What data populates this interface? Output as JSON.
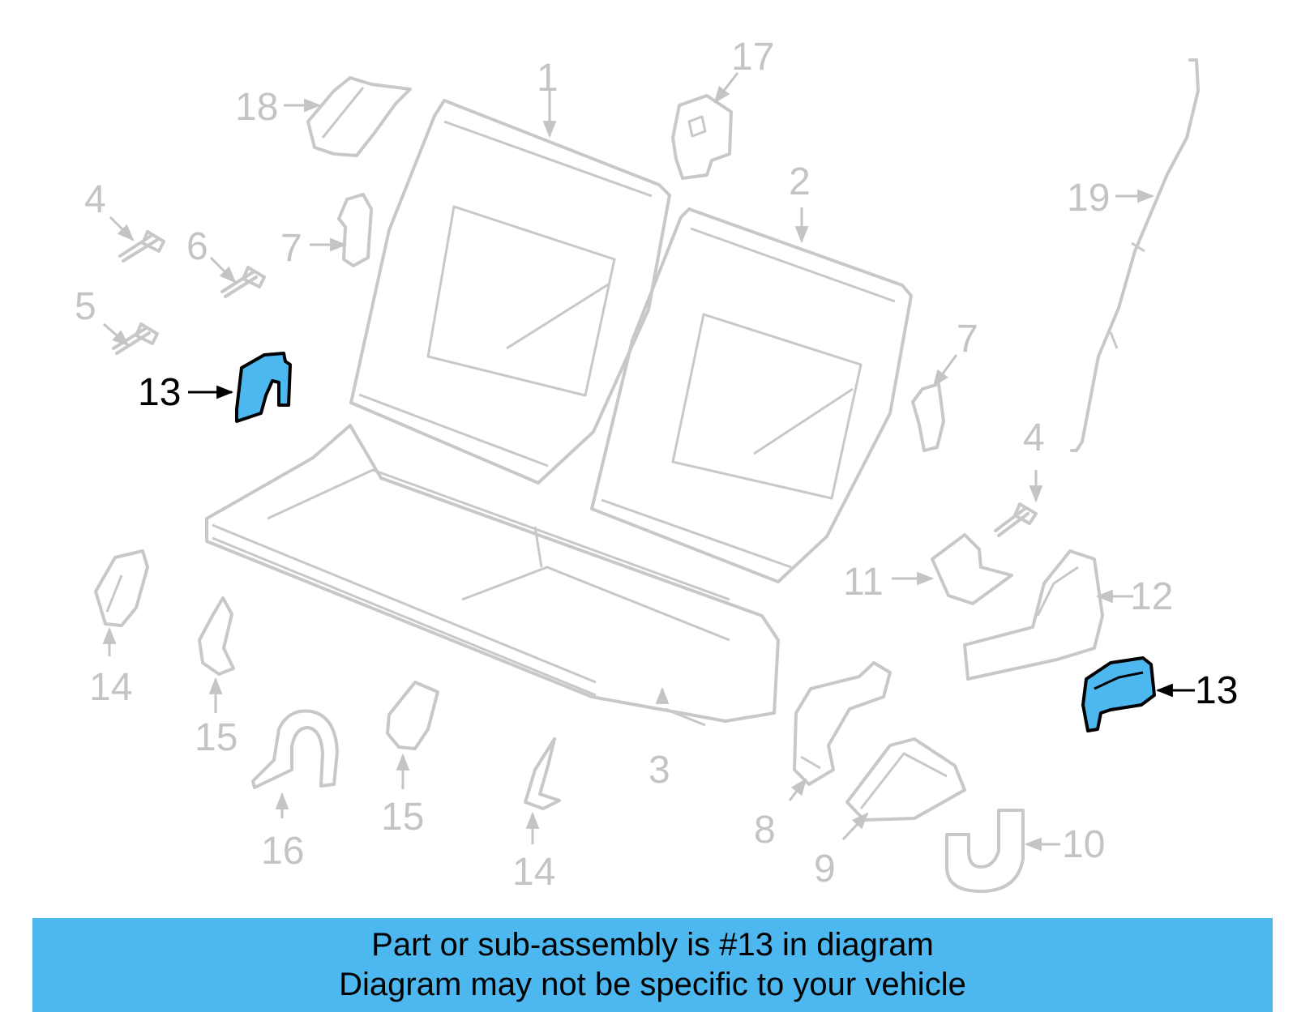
{
  "colors": {
    "highlight": "#4db8ef",
    "banner": "#4db8ef",
    "part_line": "#c8c8c8",
    "callout_text": "#c4c4c4",
    "highlight_text": "#000000"
  },
  "callouts": {
    "c1": "1",
    "c2": "2",
    "c3": "3",
    "c4a": "4",
    "c4b": "4",
    "c5": "5",
    "c6": "6",
    "c7a": "7",
    "c7b": "7",
    "c8": "8",
    "c9": "9",
    "c10": "10",
    "c11": "11",
    "c12": "12",
    "c13a": "13",
    "c13b": "13",
    "c14a": "14",
    "c14b": "14",
    "c15a": "15",
    "c15b": "15",
    "c16": "16",
    "c17": "17",
    "c18": "18",
    "c19": "19"
  },
  "banner": {
    "line1": "Part or sub-assembly is #13 in diagram",
    "line2": "Diagram may not be specific to your vehicle"
  }
}
